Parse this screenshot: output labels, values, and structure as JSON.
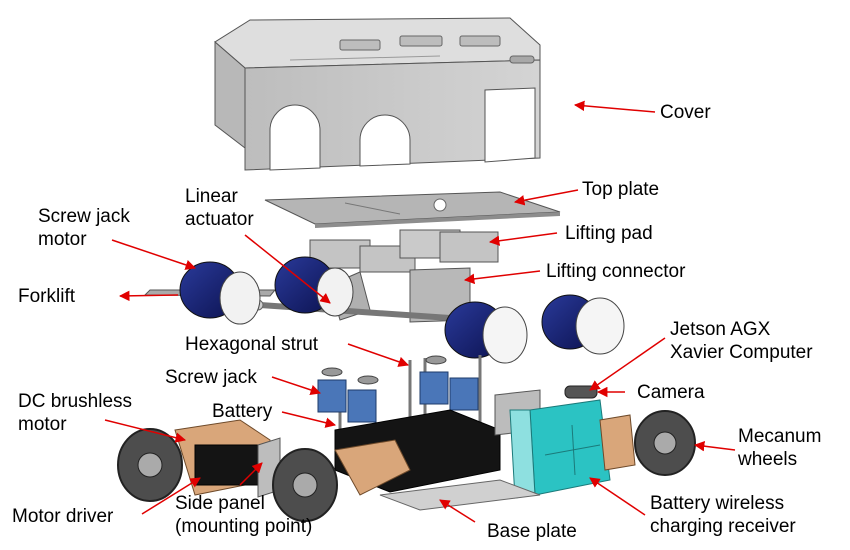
{
  "colors": {
    "arrow": "#e00000",
    "cover": "#c9c9c9",
    "motor_blue": "#16257a",
    "jack_blue": "#4a76b8",
    "battery": "#141414",
    "receiver": "#2bc3c3",
    "copper": "#d9a67a"
  },
  "labels": {
    "cover": "Cover",
    "top_plate": "Top plate",
    "linear_actuator_1": "Linear",
    "linear_actuator_2": "actuator",
    "screw_jack_motor_1": "Screw jack",
    "screw_jack_motor_2": "motor",
    "lifting_pad": "Lifting pad",
    "lifting_connector": "Lifting connector",
    "forklift": "Forklift",
    "jetson_1": "Jetson AGX",
    "jetson_2": "Xavier Computer",
    "hexagonal_strut": "Hexagonal strut",
    "screw_jack": "Screw jack",
    "camera": "Camera",
    "dc_motor_1": "DC brushless",
    "dc_motor_2": "motor",
    "battery": "Battery",
    "mecanum_1": "Mecanum",
    "mecanum_2": "wheels",
    "motor_driver": "Motor driver",
    "side_panel_1": "Side panel",
    "side_panel_2": "(mounting point)",
    "base_plate": "Base plate",
    "receiver_1": "Battery wireless",
    "receiver_2": "charging receiver"
  }
}
